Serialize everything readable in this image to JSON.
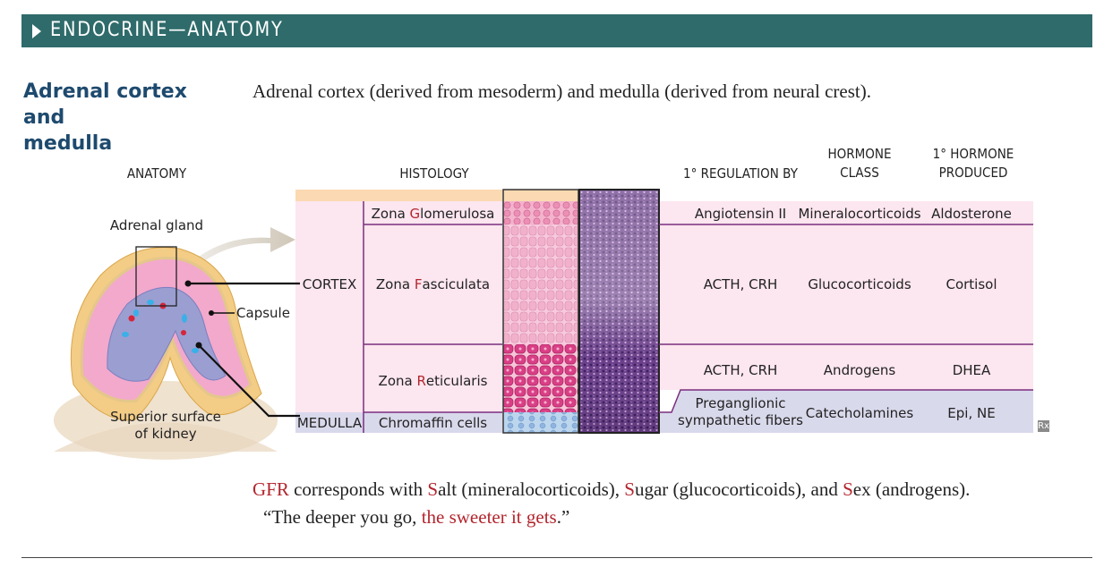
{
  "banner": {
    "title": "ENDOCRINE—ANATOMY"
  },
  "section": {
    "title_line1": "Adrenal cortex and",
    "title_line2": "medulla",
    "description": "Adrenal cortex (derived from mesoderm) and medulla (derived from neural crest)."
  },
  "headers": {
    "anatomy": "ANATOMY",
    "histology": "HISTOLOGY",
    "regulation": "1° REGULATION BY",
    "hormone_class_1": "HORMONE",
    "hormone_class_2": "CLASS",
    "hormone_produced_1": "1° HORMONE",
    "hormone_produced_2": "PRODUCED"
  },
  "anatomy_labels": {
    "adrenal_gland": "Adrenal gland",
    "capsule": "Capsule",
    "kidney_1": "Superior surface",
    "kidney_2": "of kidney"
  },
  "regions": {
    "cortex": "CORTEX",
    "medulla": "MEDULLA"
  },
  "rows": [
    {
      "zone_pre": "Zona ",
      "zone_letter": "G",
      "zone_post": "lomerulosa",
      "regulation": "Angiotensin II",
      "class": "Mineralocorticoids",
      "hormone": "Aldosterone"
    },
    {
      "zone_pre": "Zona ",
      "zone_letter": "F",
      "zone_post": "asciculata",
      "regulation": "ACTH, CRH",
      "class": "Glucocorticoids",
      "hormone": "Cortisol"
    },
    {
      "zone_pre": "Zona ",
      "zone_letter": "R",
      "zone_post": "eticularis",
      "regulation": "ACTH, CRH",
      "class": "Androgens",
      "hormone": "DHEA"
    },
    {
      "zone_pre": "",
      "zone_letter": "",
      "zone_post": "Chromaffin cells",
      "regulation_1": "Preganglionic",
      "regulation_2": "sympathetic fibers",
      "class": "Catecholamines",
      "hormone": "Epi, NE"
    }
  ],
  "mnemonic": {
    "line1": [
      {
        "text": "GFR",
        "red": true
      },
      {
        "text": " corresponds with ",
        "red": false
      },
      {
        "text": "S",
        "red": true
      },
      {
        "text": "alt (mineralocorticoids), ",
        "red": false
      },
      {
        "text": "S",
        "red": true
      },
      {
        "text": "ugar (glucocorticoids), and ",
        "red": false
      },
      {
        "text": "S",
        "red": true
      },
      {
        "text": "ex (androgens).",
        "red": false
      }
    ],
    "line2_pre": "“The deeper you go, ",
    "line2_red": "the sweeter it gets",
    "line2_post": ".”"
  },
  "icons": {
    "rx": "Rx",
    "banner_arrow": "triangle-right-icon"
  },
  "colors": {
    "banner": "#2f6b6b",
    "title": "#1e4a6e",
    "accent_red": "#b3262e",
    "cortex_pink": "#fce6ef",
    "medulla_lavender": "#d9d9ec",
    "divider_purple": "#7a2e7e"
  }
}
